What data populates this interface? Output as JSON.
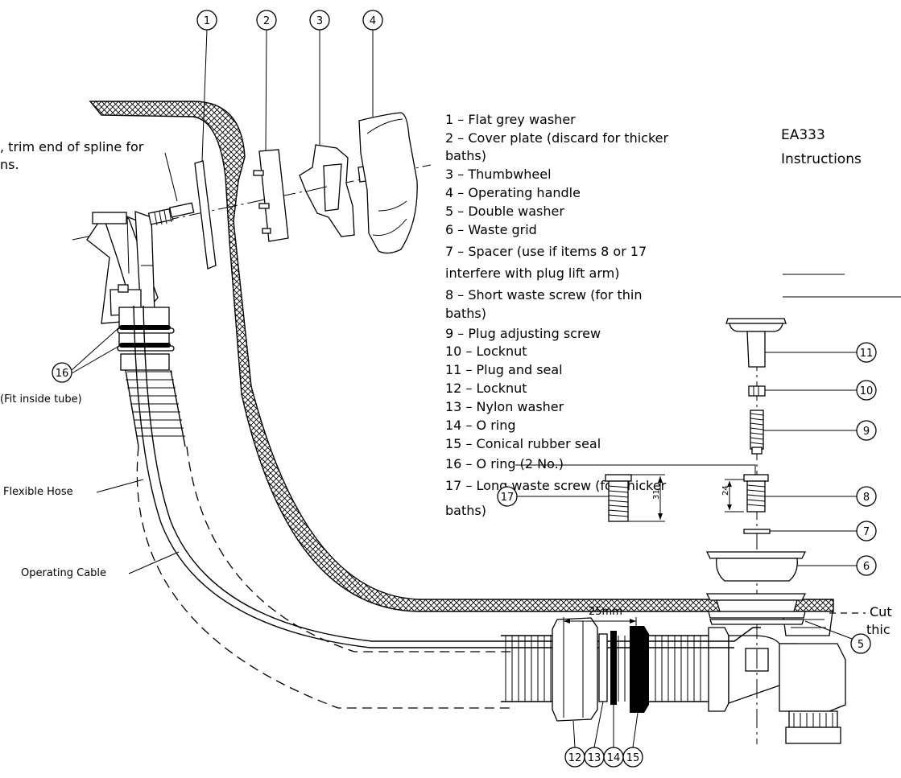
{
  "title": {
    "code": "EA333",
    "label": "Instructions"
  },
  "trim_note": {
    "line1": ", trim end of spline for",
    "line2": "ns."
  },
  "parts": [
    {
      "num": "1",
      "text": "1 – Flat grey washer"
    },
    {
      "num": "2",
      "text": "2 – Cover plate (discard for thicker"
    },
    {
      "num": "2b",
      "text": "baths)"
    },
    {
      "num": "3",
      "text": "3 – Thumbwheel"
    },
    {
      "num": "4",
      "text": "4 – Operating handle"
    },
    {
      "num": "5",
      "text": "5 – Double washer"
    },
    {
      "num": "6",
      "text": "6 – Waste grid"
    },
    {
      "num": "7",
      "text": "7 – Spacer (use if items 8 or 17"
    },
    {
      "num": "7b",
      "text": "interfere with plug lift arm)"
    },
    {
      "num": "8",
      "text": "8 – Short waste screw (for thin"
    },
    {
      "num": "8b",
      "text": "baths)"
    },
    {
      "num": "9",
      "text": "9 – Plug adjusting screw"
    },
    {
      "num": "10",
      "text": "10 – Locknut"
    },
    {
      "num": "11",
      "text": "11 – Plug and seal"
    },
    {
      "num": "12",
      "text": "12 – Locknut"
    },
    {
      "num": "13",
      "text": "13 – Nylon washer"
    },
    {
      "num": "14",
      "text": "14 – O ring"
    },
    {
      "num": "15",
      "text": "15 – Conical rubber seal"
    },
    {
      "num": "16",
      "text": "16 – O ring (2 No.)"
    },
    {
      "num": "17",
      "text": "17 – Long waste screw (for thicker"
    },
    {
      "num": "17b",
      "text": "baths)"
    }
  ],
  "balloons": [
    "1",
    "2",
    "3",
    "4",
    "5",
    "6",
    "7",
    "8",
    "9",
    "10",
    "11",
    "12",
    "13",
    "14",
    "15",
    "16",
    "17"
  ],
  "callouts": {
    "fit_inside": "(Fit inside tube)",
    "flexible_hose": "Flexible Hose",
    "operating_cable": "Operating Cable",
    "cut_line1": "Cut",
    "cut_line2": "thic"
  },
  "dimensions": {
    "spacing": "25mm",
    "long_screw": "31",
    "short_screw": "24"
  }
}
